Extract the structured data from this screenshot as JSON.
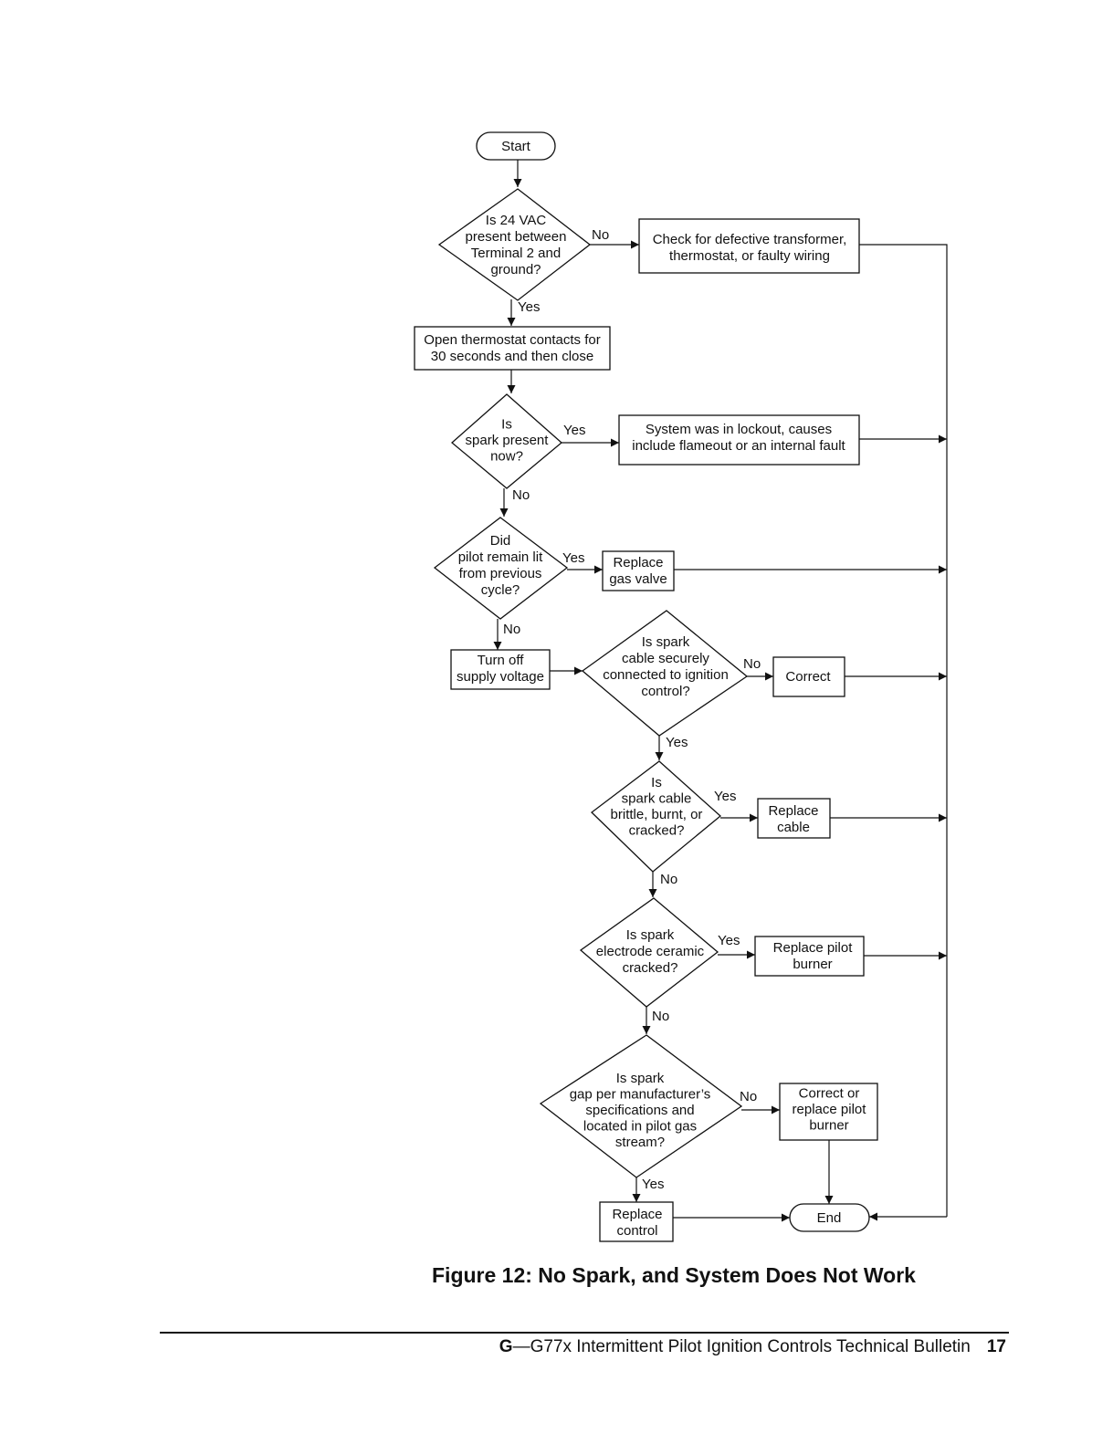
{
  "nodes": {
    "start": [
      "Start"
    ],
    "q_24vac": [
      "Is 24 VAC",
      "present between",
      "Terminal 2 and",
      "ground?"
    ],
    "check_transformer": [
      "Check for defective transformer,",
      "thermostat, or faulty wiring"
    ],
    "open_thermostat": [
      "Open thermostat contacts for",
      "30 seconds and then close"
    ],
    "q_spark_now": [
      "Is",
      "spark present",
      "now?"
    ],
    "lockout": [
      "System was in lockout, causes",
      "include flameout or an internal fault"
    ],
    "q_pilot_lit": [
      "Did",
      "pilot remain lit",
      "from previous",
      "cycle?"
    ],
    "replace_gas_valve": [
      "Replace",
      "gas valve"
    ],
    "turn_off_supply": [
      "Turn off",
      "supply voltage"
    ],
    "q_cable_connected": [
      "Is spark",
      "cable securely",
      "connected to ignition",
      "control?"
    ],
    "correct": [
      "Correct"
    ],
    "q_cable_brittle": [
      "Is",
      "spark cable",
      "brittle, burnt, or",
      "cracked?"
    ],
    "replace_cable": [
      "Replace",
      "cable"
    ],
    "q_electrode": [
      "Is spark",
      "electrode ceramic",
      "cracked?"
    ],
    "replace_pilot_burner": [
      "Replace pilot",
      "burner"
    ],
    "q_spark_gap": [
      "Is spark",
      "gap per manufacturer’s",
      "specifications and",
      "located in pilot gas",
      "stream?"
    ],
    "correct_replace_pilot": [
      "Correct or",
      "replace pilot",
      "burner"
    ],
    "replace_control": [
      "Replace",
      "control"
    ],
    "end": [
      "End"
    ]
  },
  "edge_labels": {
    "no_24vac": "No",
    "yes_24vac": "Yes",
    "yes_spark_now": "Yes",
    "no_spark_now": "No",
    "yes_pilot_lit": "Yes",
    "no_pilot_lit": "No",
    "no_cable_connected": "No",
    "yes_cable_connected": "Yes",
    "yes_cable_brittle": "Yes",
    "no_cable_brittle": "No",
    "yes_electrode": "Yes",
    "no_electrode": "No",
    "no_spark_gap": "No",
    "yes_spark_gap": "Yes"
  },
  "caption": "Figure 12: No Spark, and System Does Not Work",
  "footer": {
    "brand": "G",
    "title": "—G77x Intermittent Pilot Ignition Controls Technical Bulletin",
    "page": "17"
  }
}
